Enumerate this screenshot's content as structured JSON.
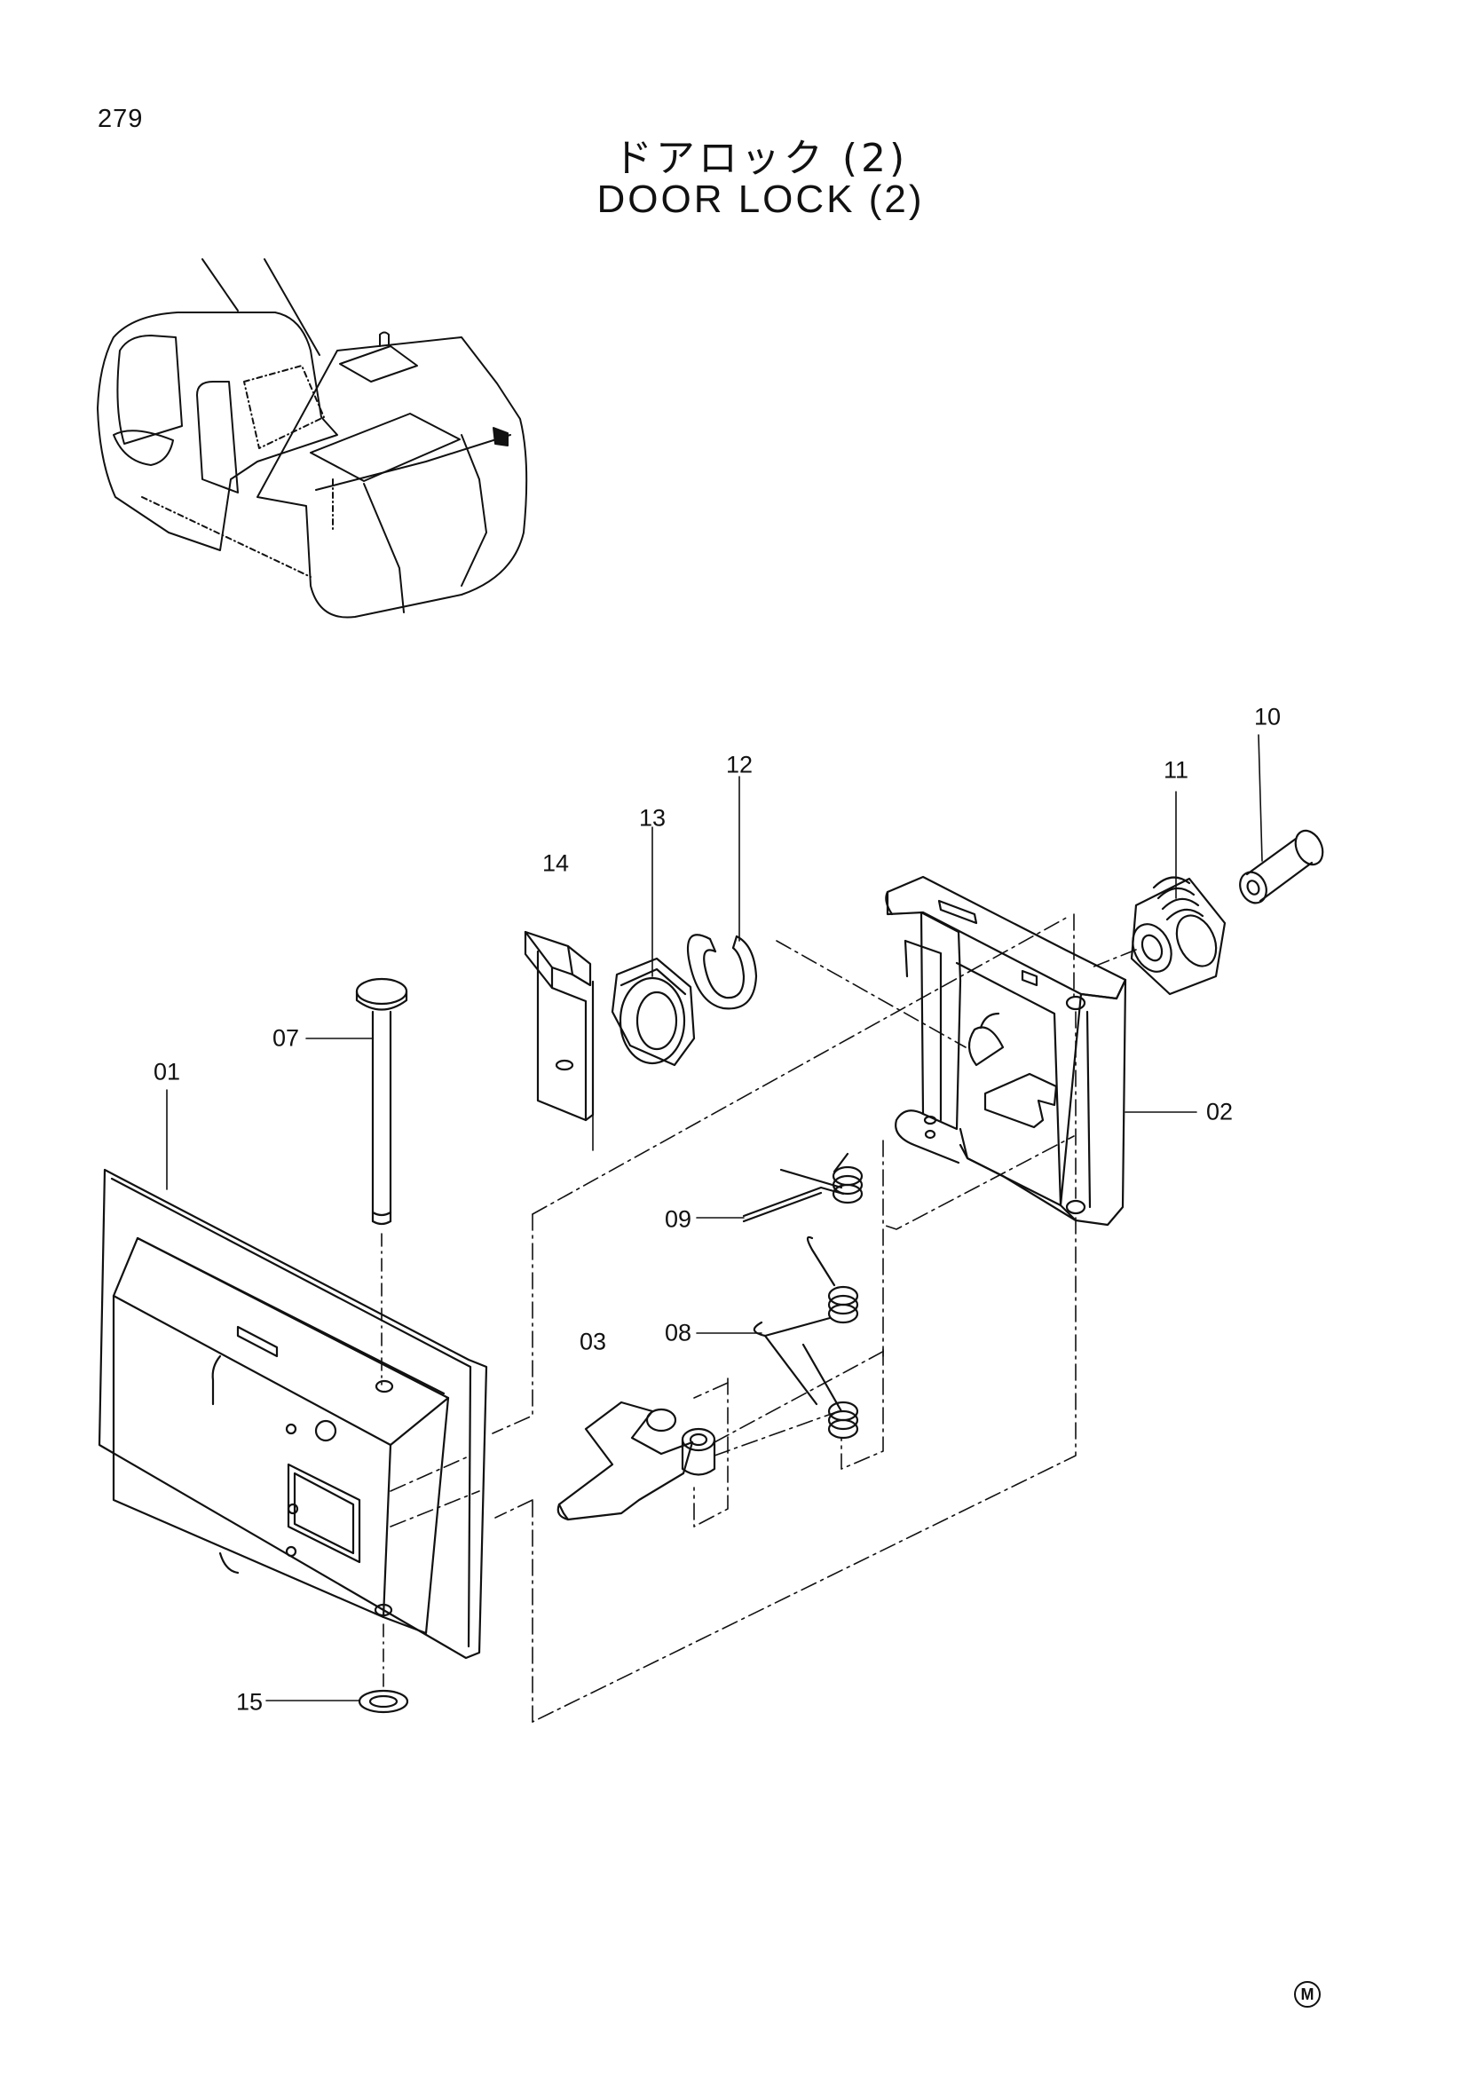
{
  "header": {
    "page_number": "279",
    "title_jp": "ドアロック (2)",
    "title_en": "DOOR LOCK (2)"
  },
  "callouts": {
    "c01": "01",
    "c02": "02",
    "c03": "03",
    "c07": "07",
    "c08": "08",
    "c09": "09",
    "c10": "10",
    "c11": "11",
    "c12": "12",
    "c13": "13",
    "c14": "14",
    "c15": "15"
  },
  "footer": {
    "mark": "M"
  },
  "colors": {
    "line": "#111111",
    "paper": "#ffffff"
  }
}
